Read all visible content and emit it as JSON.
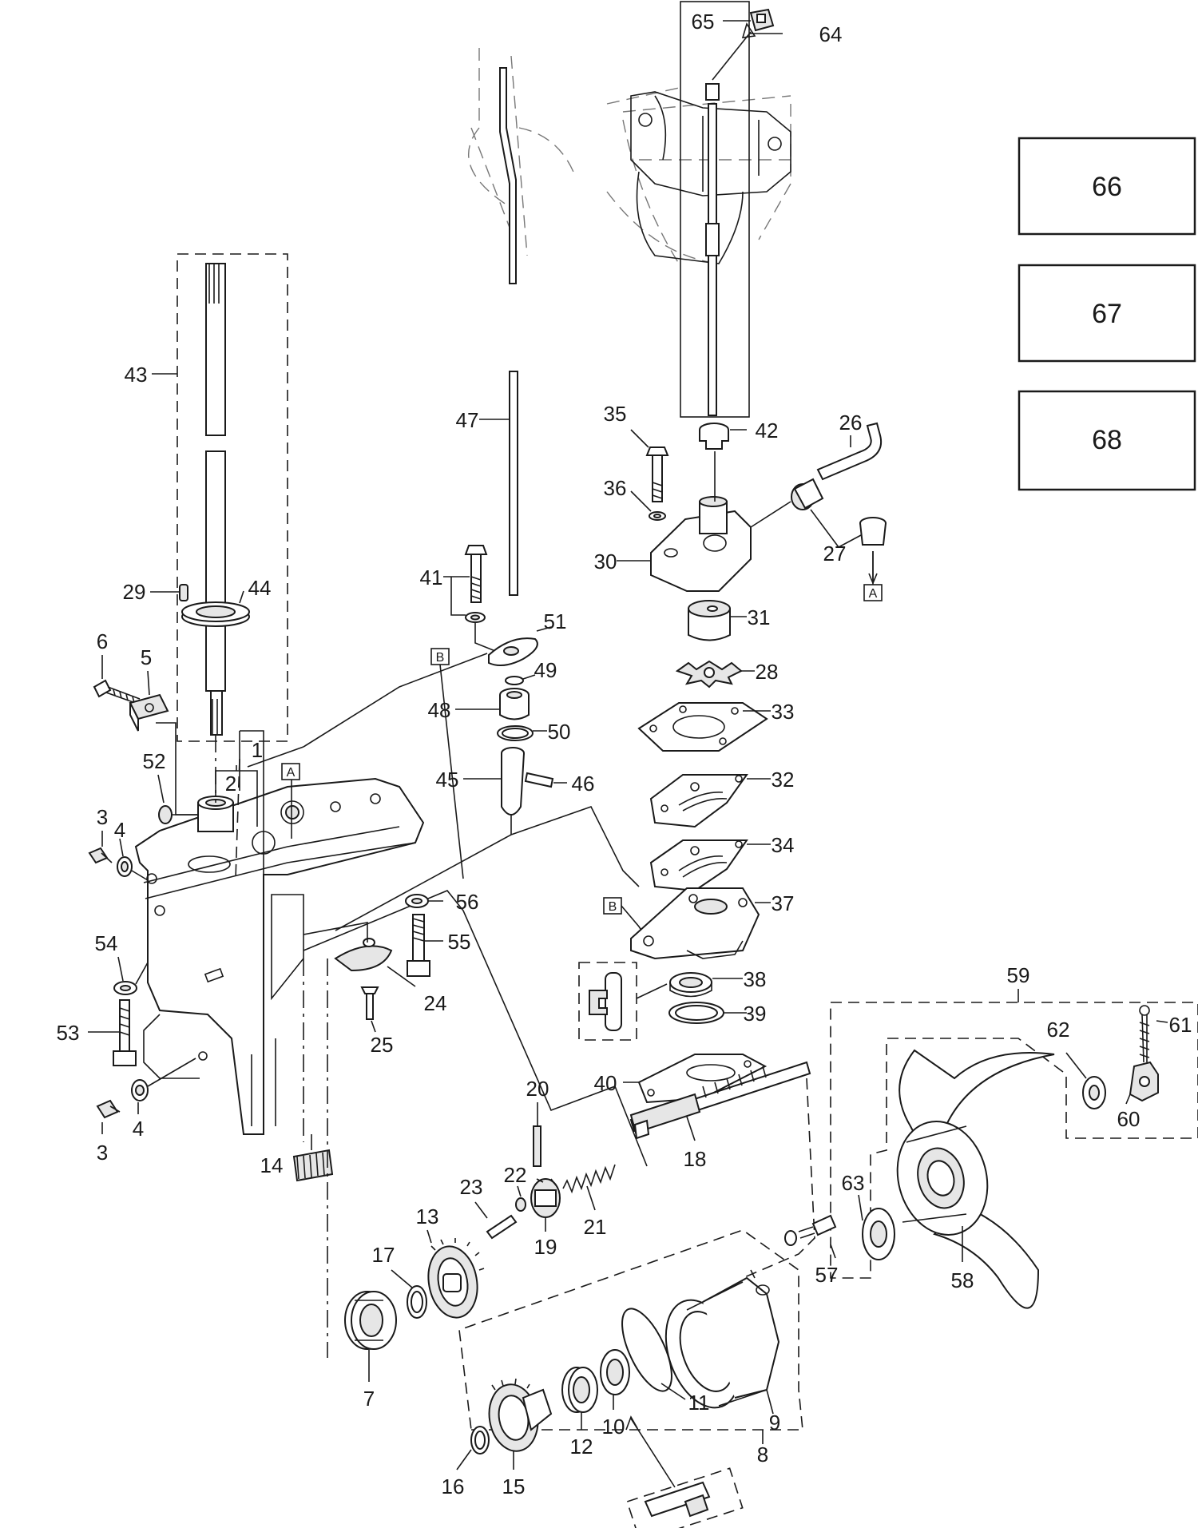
{
  "callouts": [
    {
      "id": "c1",
      "text": "1"
    },
    {
      "id": "c2",
      "text": "2"
    },
    {
      "id": "c3a",
      "text": "3"
    },
    {
      "id": "c3b",
      "text": "3"
    },
    {
      "id": "c4a",
      "text": "4"
    },
    {
      "id": "c4b",
      "text": "4"
    },
    {
      "id": "c5",
      "text": "5"
    },
    {
      "id": "c6",
      "text": "6"
    },
    {
      "id": "c7",
      "text": "7"
    },
    {
      "id": "c8",
      "text": "8"
    },
    {
      "id": "c9",
      "text": "9"
    },
    {
      "id": "c10",
      "text": "10"
    },
    {
      "id": "c11",
      "text": "11"
    },
    {
      "id": "c12",
      "text": "12"
    },
    {
      "id": "c13",
      "text": "13"
    },
    {
      "id": "c14",
      "text": "14"
    },
    {
      "id": "c15",
      "text": "15"
    },
    {
      "id": "c16",
      "text": "16"
    },
    {
      "id": "c17",
      "text": "17"
    },
    {
      "id": "c18",
      "text": "18"
    },
    {
      "id": "c19",
      "text": "19"
    },
    {
      "id": "c20",
      "text": "20"
    },
    {
      "id": "c21",
      "text": "21"
    },
    {
      "id": "c22",
      "text": "22"
    },
    {
      "id": "c23",
      "text": "23"
    },
    {
      "id": "c24",
      "text": "24"
    },
    {
      "id": "c25",
      "text": "25"
    },
    {
      "id": "c26",
      "text": "26"
    },
    {
      "id": "c27",
      "text": "27"
    },
    {
      "id": "c28",
      "text": "28"
    },
    {
      "id": "c29",
      "text": "29"
    },
    {
      "id": "c30",
      "text": "30"
    },
    {
      "id": "c31",
      "text": "31"
    },
    {
      "id": "c32",
      "text": "32"
    },
    {
      "id": "c33",
      "text": "33"
    },
    {
      "id": "c34",
      "text": "34"
    },
    {
      "id": "c35",
      "text": "35"
    },
    {
      "id": "c36",
      "text": "36"
    },
    {
      "id": "c37",
      "text": "37"
    },
    {
      "id": "c38",
      "text": "38"
    },
    {
      "id": "c39",
      "text": "39"
    },
    {
      "id": "c40",
      "text": "40"
    },
    {
      "id": "c41",
      "text": "41"
    },
    {
      "id": "c42",
      "text": "42"
    },
    {
      "id": "c43",
      "text": "43"
    },
    {
      "id": "c44",
      "text": "44"
    },
    {
      "id": "c45",
      "text": "45"
    },
    {
      "id": "c46",
      "text": "46"
    },
    {
      "id": "c47",
      "text": "47"
    },
    {
      "id": "c48",
      "text": "48"
    },
    {
      "id": "c49",
      "text": "49"
    },
    {
      "id": "c50",
      "text": "50"
    },
    {
      "id": "c51",
      "text": "51"
    },
    {
      "id": "c52",
      "text": "52"
    },
    {
      "id": "c53",
      "text": "53"
    },
    {
      "id": "c54",
      "text": "54"
    },
    {
      "id": "c55",
      "text": "55"
    },
    {
      "id": "c56",
      "text": "56"
    },
    {
      "id": "c57",
      "text": "57"
    },
    {
      "id": "c58",
      "text": "58"
    },
    {
      "id": "c59",
      "text": "59"
    },
    {
      "id": "c60",
      "text": "60"
    },
    {
      "id": "c61",
      "text": "61"
    },
    {
      "id": "c62",
      "text": "62"
    },
    {
      "id": "c63",
      "text": "63"
    },
    {
      "id": "c64",
      "text": "64"
    },
    {
      "id": "c65",
      "text": "65"
    }
  ],
  "ref_markers": {
    "a1": "A",
    "a2": "A",
    "b1": "B",
    "b2": "B"
  },
  "side_boxes": {
    "box66": "66",
    "box67": "67",
    "box68": "68"
  }
}
